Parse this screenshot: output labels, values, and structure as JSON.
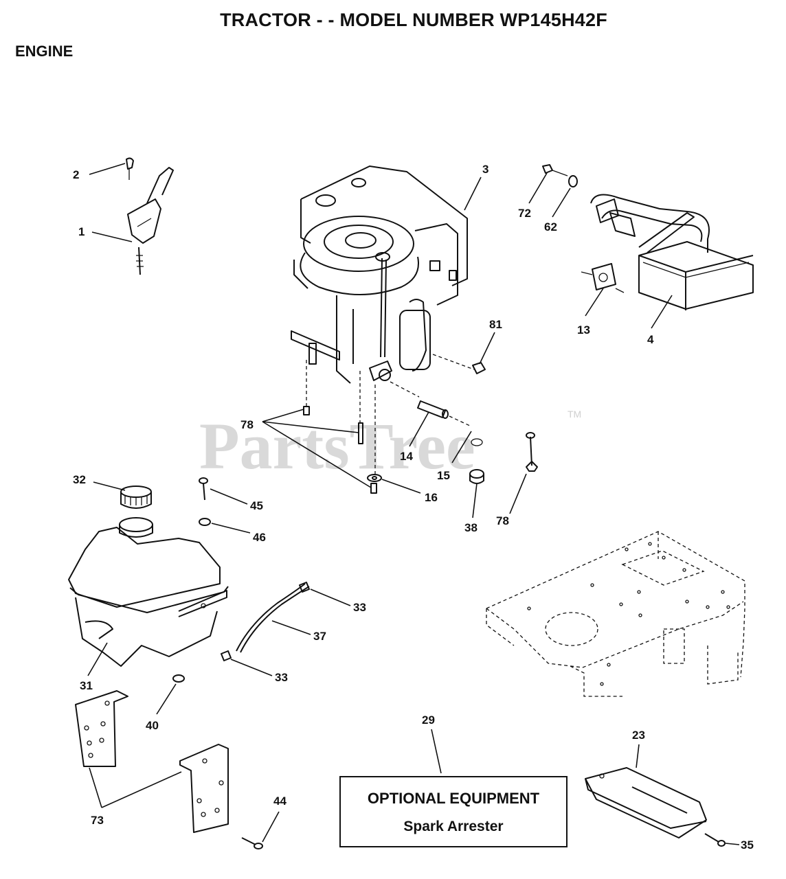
{
  "header": {
    "title": "TRACTOR - - MODEL NUMBER WP145H42F",
    "section": "ENGINE"
  },
  "watermark": {
    "text": "PartsTree",
    "tm": "TM"
  },
  "callouts": [
    {
      "id": "c1",
      "label": "1"
    },
    {
      "id": "c2",
      "label": "2"
    },
    {
      "id": "c3",
      "label": "3"
    },
    {
      "id": "c4",
      "label": "4"
    },
    {
      "id": "c13",
      "label": "13"
    },
    {
      "id": "c14",
      "label": "14"
    },
    {
      "id": "c15",
      "label": "15"
    },
    {
      "id": "c16",
      "label": "16"
    },
    {
      "id": "c23",
      "label": "23"
    },
    {
      "id": "c29",
      "label": "29"
    },
    {
      "id": "c31",
      "label": "31"
    },
    {
      "id": "c32",
      "label": "32"
    },
    {
      "id": "c33a",
      "label": "33"
    },
    {
      "id": "c33b",
      "label": "33"
    },
    {
      "id": "c35",
      "label": "35"
    },
    {
      "id": "c37",
      "label": "37"
    },
    {
      "id": "c38",
      "label": "38"
    },
    {
      "id": "c40",
      "label": "40"
    },
    {
      "id": "c44",
      "label": "44"
    },
    {
      "id": "c45",
      "label": "45"
    },
    {
      "id": "c46",
      "label": "46"
    },
    {
      "id": "c62",
      "label": "62"
    },
    {
      "id": "c72",
      "label": "72"
    },
    {
      "id": "c73",
      "label": "73"
    },
    {
      "id": "c78a",
      "label": "78"
    },
    {
      "id": "c78b",
      "label": "78"
    },
    {
      "id": "c81",
      "label": "81"
    }
  ],
  "optional_equipment": {
    "title": "OPTIONAL EQUIPMENT",
    "subtitle": "Spark Arrester"
  }
}
